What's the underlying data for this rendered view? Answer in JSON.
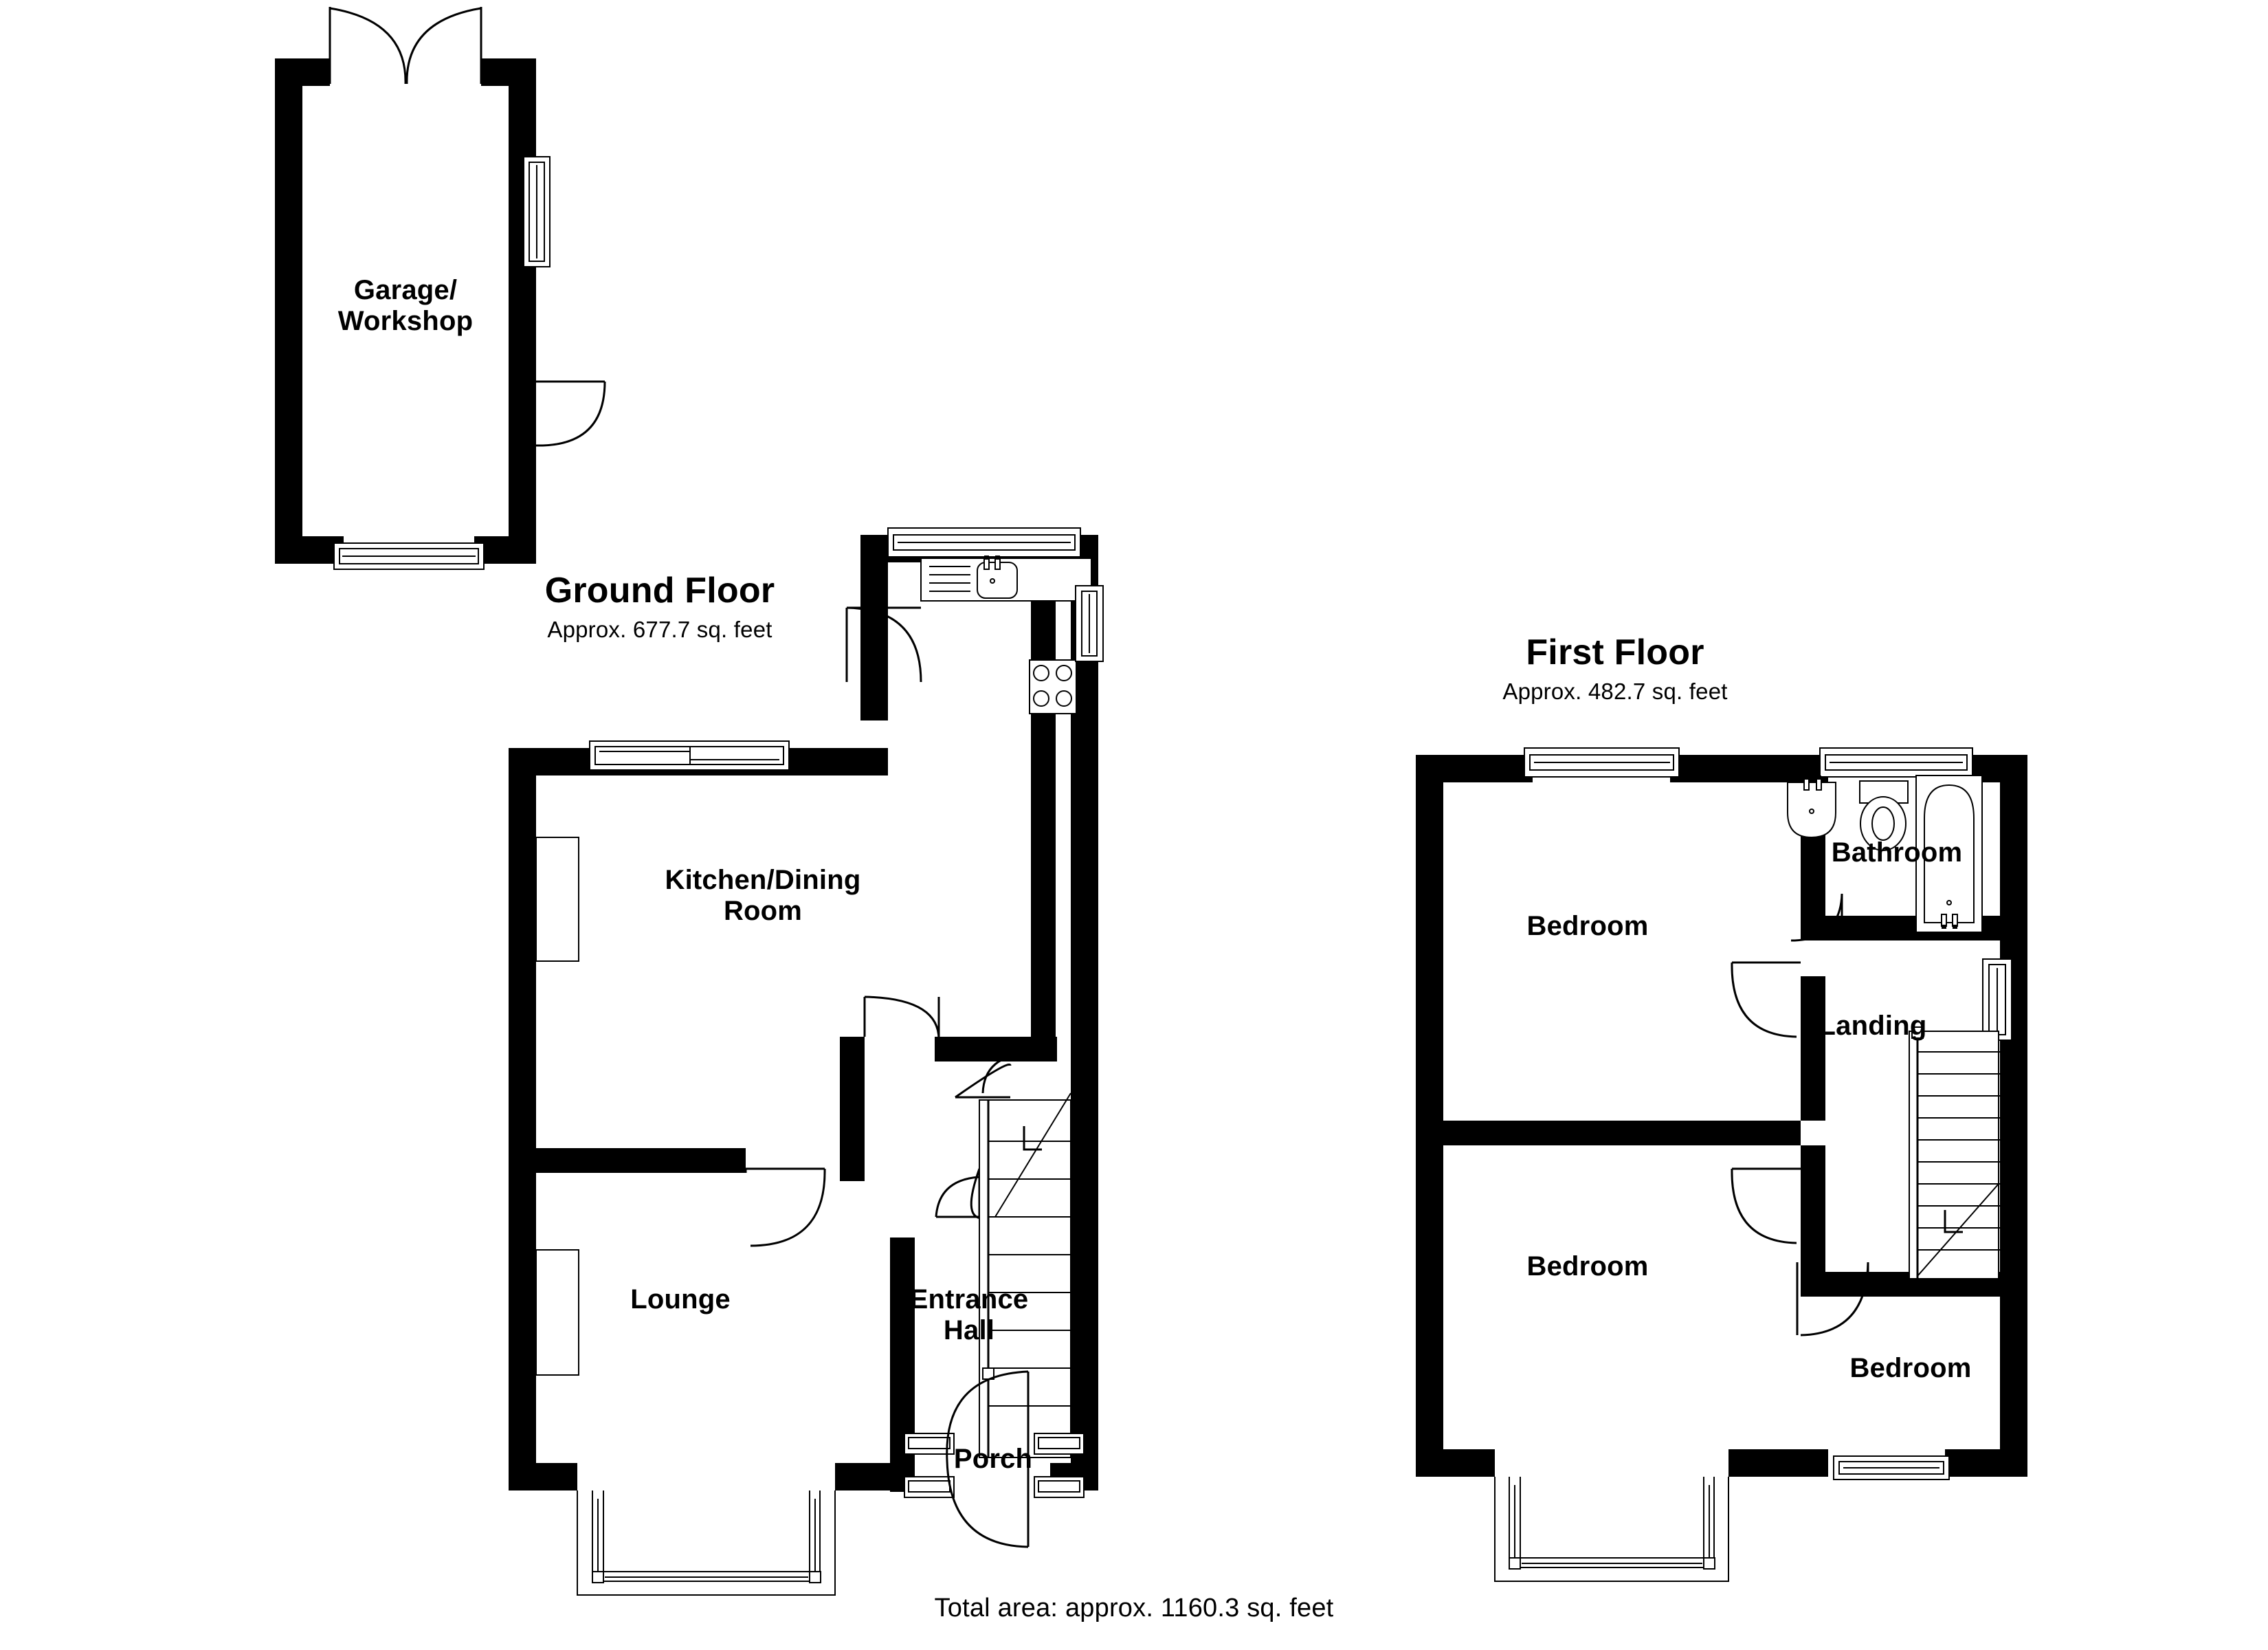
{
  "document": {
    "type": "floor-plan",
    "total_area_text": "Total area: approx. 1160.3 sq. feet"
  },
  "floors": [
    {
      "id": "ground",
      "title": "Ground Floor",
      "area_text": "Approx. 677.7 sq. feet",
      "rooms": [
        {
          "id": "garage",
          "label": "Garage/\nWorkshop"
        },
        {
          "id": "kitchen",
          "label": "Kitchen/Dining\nRoom"
        },
        {
          "id": "lounge",
          "label": "Lounge"
        },
        {
          "id": "entrance-hall",
          "label": "Entrance\nHall"
        },
        {
          "id": "porch",
          "label": "Porch"
        }
      ],
      "fixtures": [
        {
          "name": "kitchen-sink-with-drainer"
        },
        {
          "name": "hob-four-burner"
        },
        {
          "name": "staircase-up"
        }
      ]
    },
    {
      "id": "first",
      "title": "First Floor",
      "area_text": "Approx. 482.7 sq. feet",
      "rooms": [
        {
          "id": "bedroom-1",
          "label": "Bedroom"
        },
        {
          "id": "bedroom-2",
          "label": "Bedroom"
        },
        {
          "id": "bedroom-3",
          "label": "Bedroom"
        },
        {
          "id": "bathroom",
          "label": "Bathroom"
        },
        {
          "id": "landing",
          "label": "Landing"
        }
      ],
      "fixtures": [
        {
          "name": "wash-basin"
        },
        {
          "name": "toilet-wc"
        },
        {
          "name": "bath-tub"
        },
        {
          "name": "staircase-down"
        }
      ]
    }
  ],
  "style": {
    "wall_color": "#000000",
    "fill_color": "#ffffff",
    "line_color": "#000000",
    "text_color": "#000000"
  }
}
